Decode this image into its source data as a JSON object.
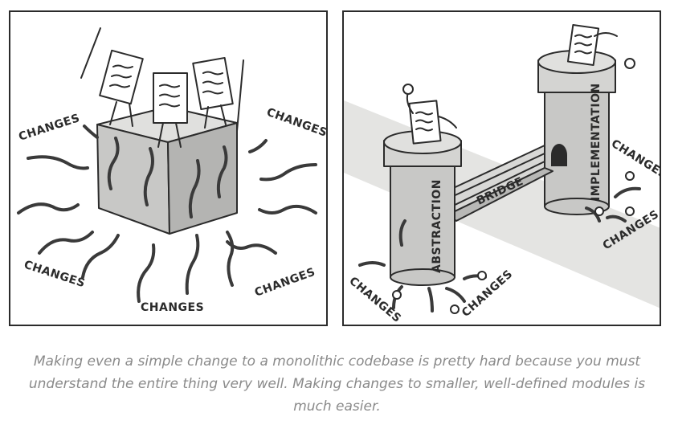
{
  "left_panel": {
    "labels": [
      "CHANGES",
      "CHANGES",
      "CHANGES",
      "CHANGES",
      "CHANGES"
    ]
  },
  "right_panel": {
    "tower_left_label": "ABSTRACTION",
    "tower_right_label": "IMPLEMENTATION",
    "bridge_label": "BRIDGE",
    "labels": [
      "CHANGES",
      "CHANGES",
      "CHANGES",
      "CHANGES"
    ]
  },
  "caption": "Making even a simple change to a monolithic codebase is pretty hard because you must understand the entire thing very well. Making changes to smaller, well-defined modules is much easier.",
  "colors": {
    "ink": "#2b2b2b",
    "block_gray": "#c8c8c6",
    "block_top": "#e0e0de",
    "path_gray": "#e4e4e2",
    "caption_gray": "#8a8a8a"
  }
}
